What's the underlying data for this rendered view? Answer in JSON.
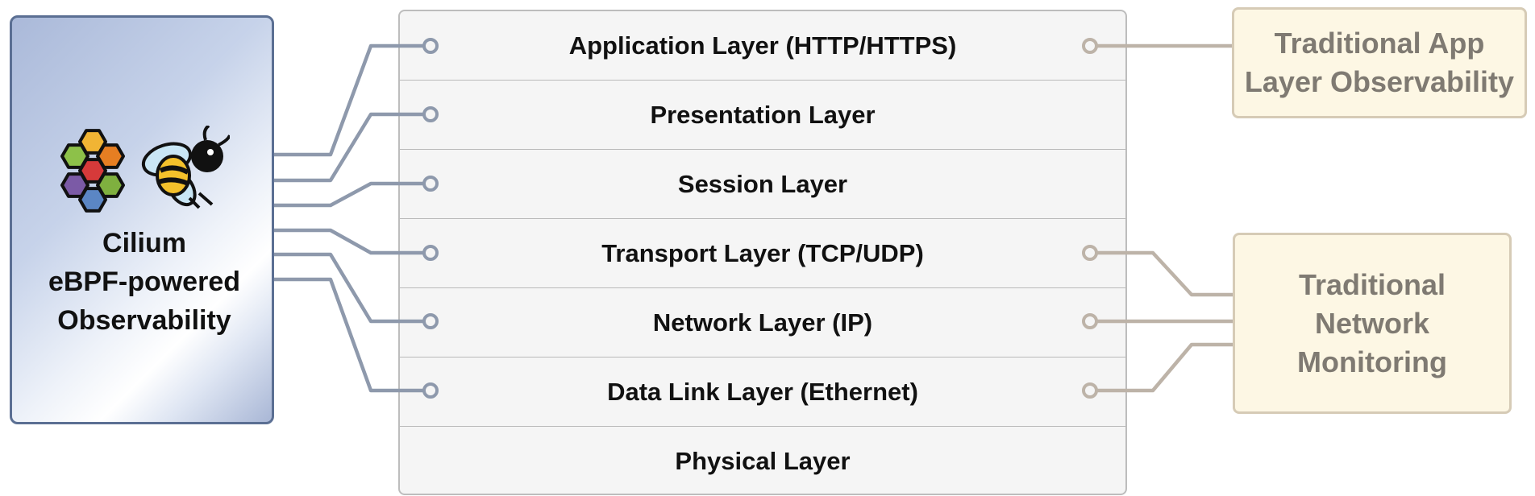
{
  "cilium": {
    "title": "Cilium\neBPF-powered\nObservability",
    "logo_icons": [
      "cilium-hexagon-logo-icon",
      "bee-icon"
    ],
    "hex_colors": [
      "#f1b434",
      "#8dc149",
      "#e67e22",
      "#d63a3a",
      "#7b5aa6",
      "#7fb03f",
      "#5b86c4"
    ]
  },
  "osi_layers": [
    {
      "label": "Application Layer (HTTP/HTTPS)"
    },
    {
      "label": "Presentation Layer"
    },
    {
      "label": "Session Layer"
    },
    {
      "label": "Transport Layer (TCP/UDP)"
    },
    {
      "label": "Network Layer (IP)"
    },
    {
      "label": "Data Link Layer (Ethernet)"
    },
    {
      "label": "Physical Layer"
    }
  ],
  "traditional_app": {
    "label": "Traditional App\nLayer Observability"
  },
  "traditional_network": {
    "label": "Traditional\nNetwork\nMonitoring"
  },
  "colors": {
    "cilium_connector": "#8e99ac",
    "traditional_connector": "#bdb3a8",
    "cilium_border": "#5b6f93",
    "traditional_border": "#d6cbb6",
    "traditional_fill": "#fdf7e4",
    "stack_fill": "#f5f5f5"
  }
}
